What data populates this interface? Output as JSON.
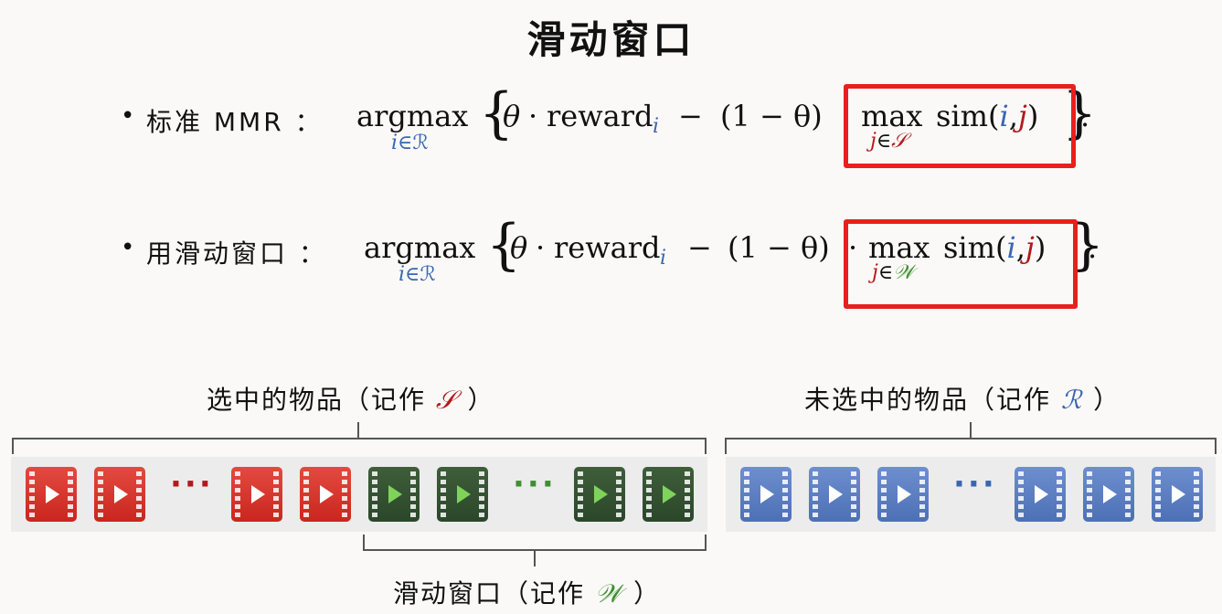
{
  "title": "滑动窗口",
  "formula1": {
    "bullet": "•",
    "label": "标准 MMR ：",
    "argmax": "argmax",
    "argmax_sub_i": "i",
    "argmax_sub_rest": "∈ℛ",
    "brace_open": "{",
    "theta": "θ",
    "dot": "·",
    "reward": "reward",
    "reward_sub": "i",
    "minus": "−",
    "one_minus_theta": "(1 − θ)",
    "max": "max",
    "max_sub_j": "j",
    "max_sub_in": "∈",
    "max_sub_set": "𝒮",
    "sim_open": "sim(",
    "sim_i": "i",
    "sim_comma": ",",
    "sim_j": "j",
    "sim_close": ")",
    "brace_close": "}",
    "period": "."
  },
  "formula2": {
    "bullet": "•",
    "label": "用滑动窗口 ：",
    "argmax": "argmax",
    "argmax_sub_i": "i",
    "argmax_sub_rest": "∈ℛ",
    "brace_open": "{",
    "theta": "θ",
    "dot": "·",
    "reward": "reward",
    "reward_sub": "i",
    "minus": "−",
    "one_minus_theta": "(1 − θ)",
    "dot2": "·",
    "max": "max",
    "max_sub_j": "j",
    "max_sub_in": "∈",
    "max_sub_set": "𝒲",
    "sim_open": "sim(",
    "sim_i": "i",
    "sim_comma": ",",
    "sim_j": "j",
    "sim_close": ")",
    "brace_close": "}",
    "period": "."
  },
  "captions": {
    "selected_text": "选中的物品（记作 ",
    "selected_sym": "𝒮",
    "selected_end": " ）",
    "unselected_text": "未选中的物品（记作 ",
    "unselected_sym": "ℛ",
    "unselected_end": " ）",
    "window_text": "滑动窗口（记作 ",
    "window_sym": "𝒲",
    "window_end": " ）"
  },
  "dots": {
    "red": "···",
    "green": "···",
    "blue": "···"
  },
  "icons": {
    "item": "film-play-icon"
  },
  "colors": {
    "selected": "#d0302a",
    "window": "#2f4d2e",
    "unselected": "#5a7cc0",
    "highlight_box": "#e8201c",
    "set_R": "#3a66b0",
    "set_S": "#b3191a",
    "set_W": "#3f8f2f"
  }
}
